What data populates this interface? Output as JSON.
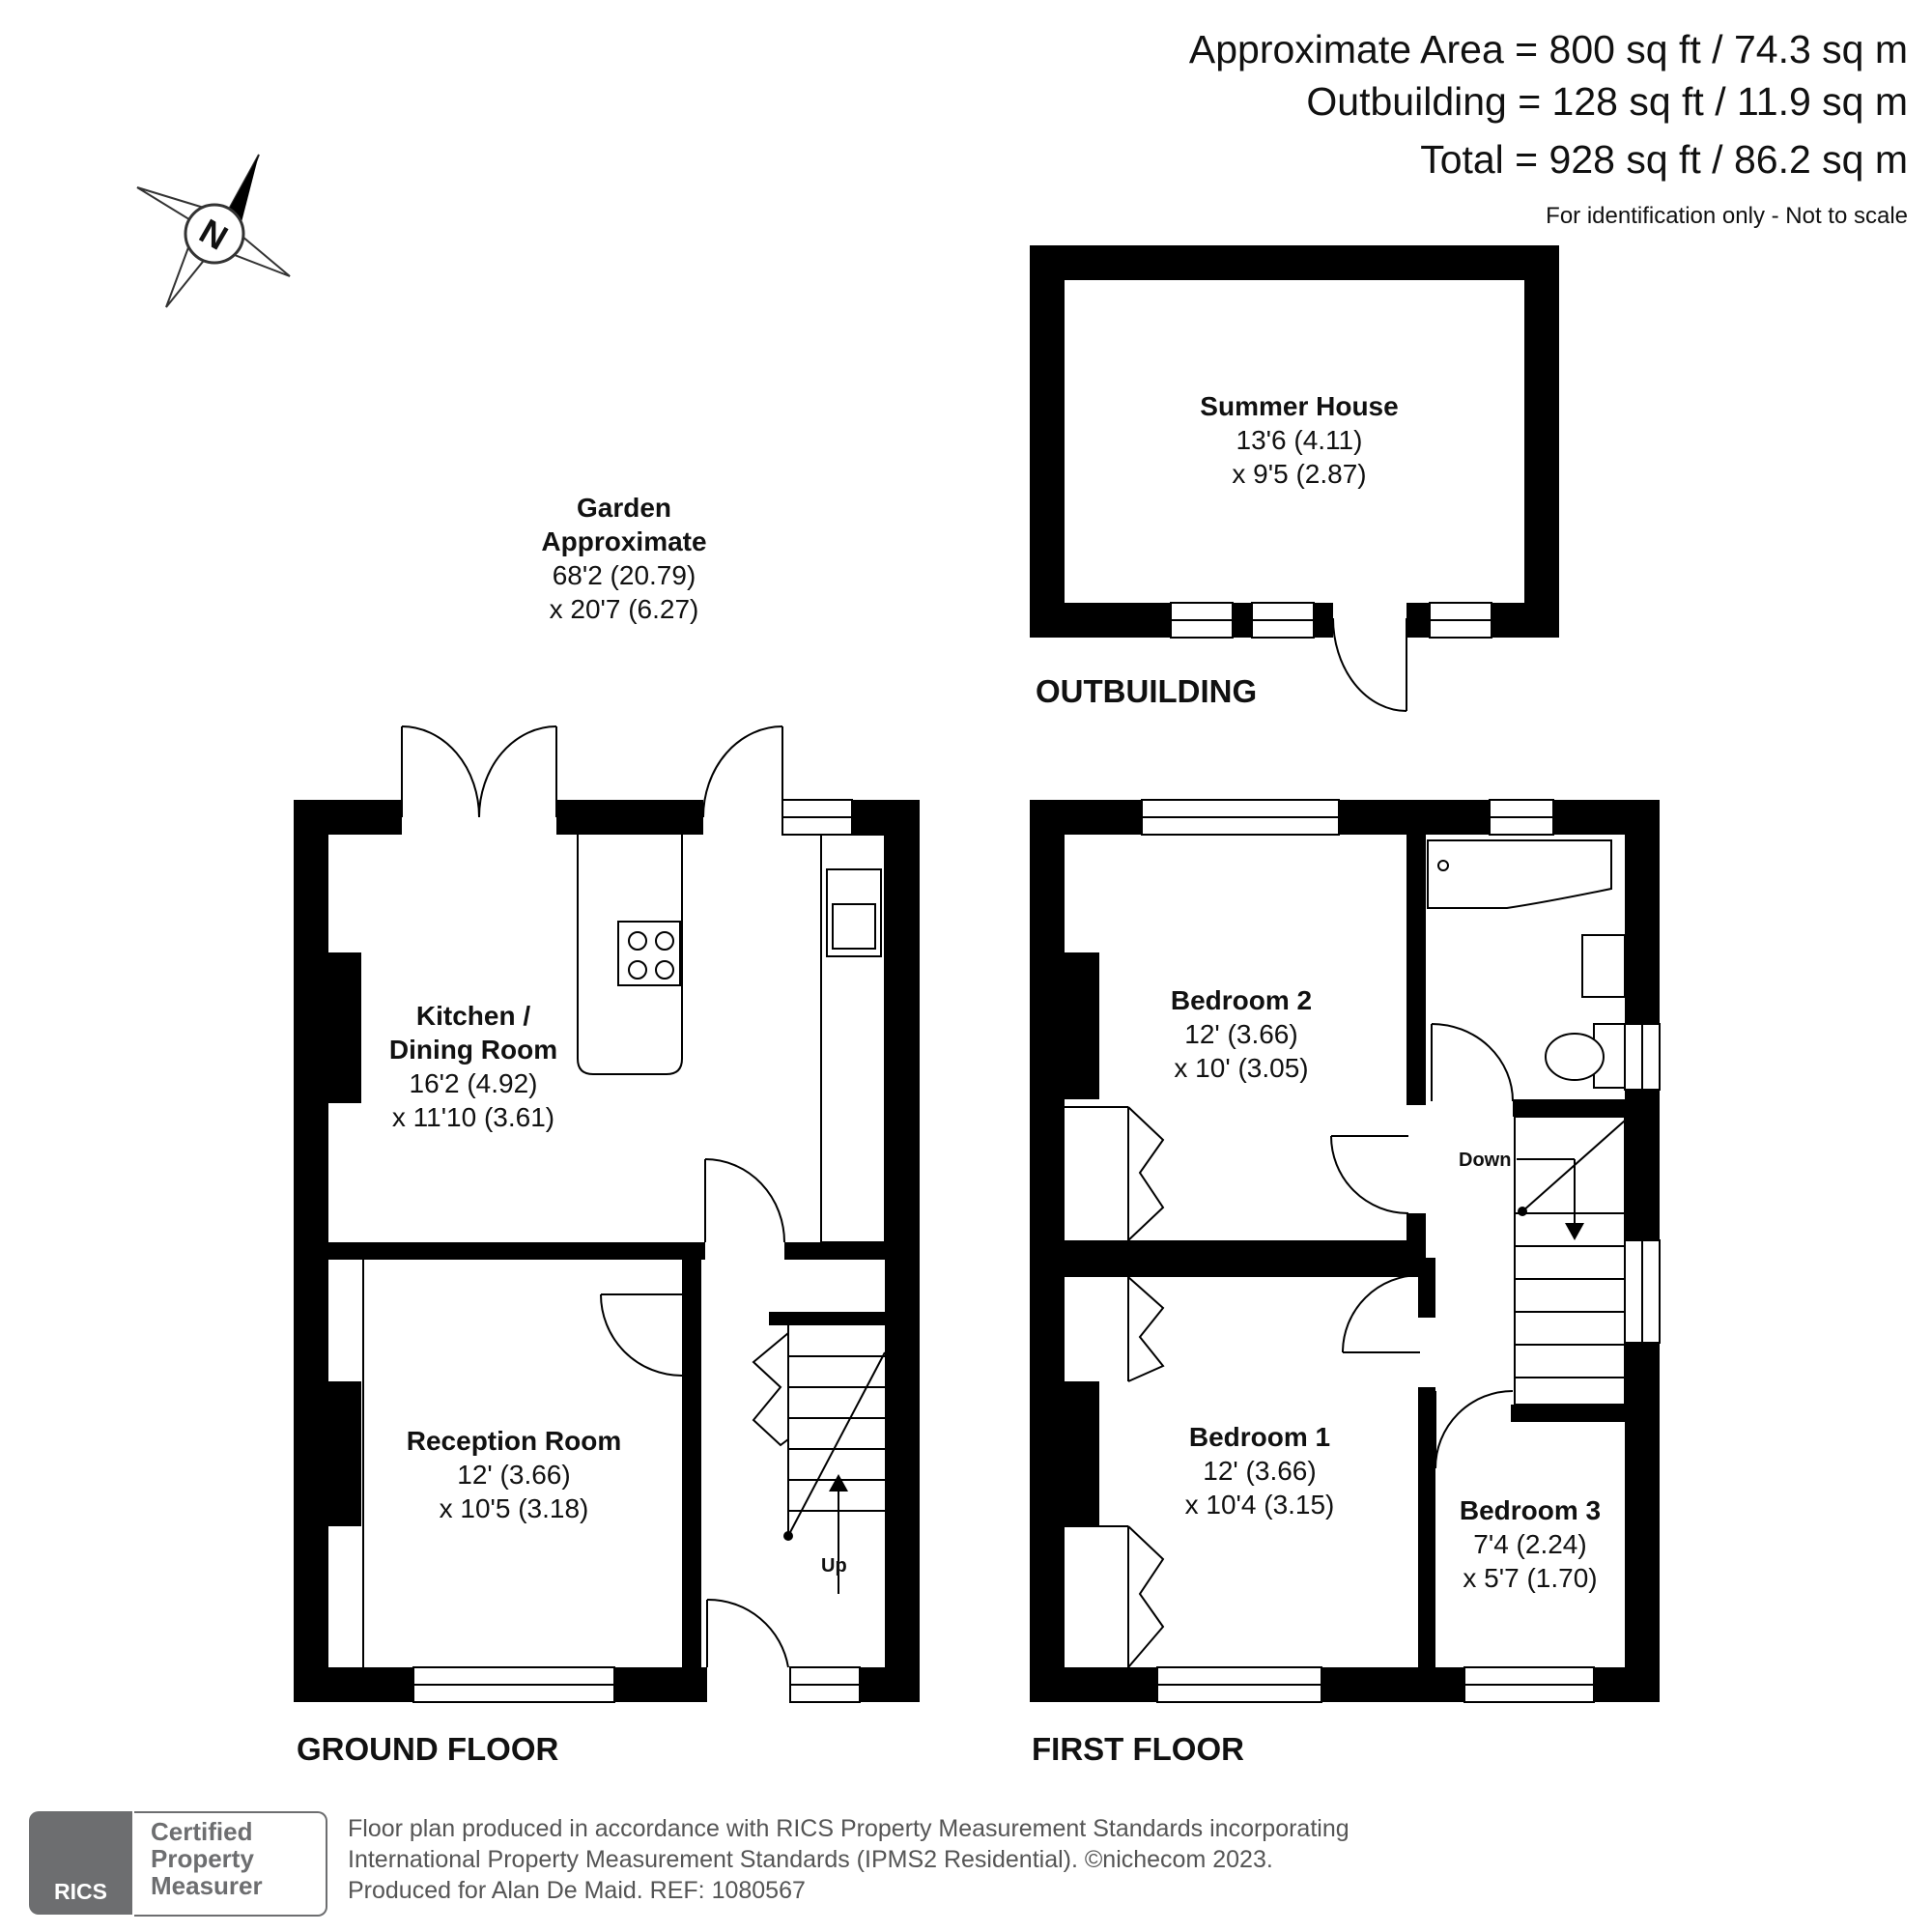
{
  "header": {
    "approx_area": "Approximate Area = 800 sq ft / 74.3 sq m",
    "outbuilding": "Outbuilding = 128 sq ft / 11.9 sq m",
    "total": "Total = 928 sq ft / 86.2 sq m",
    "note": "For identification only - Not to scale"
  },
  "compass": {
    "letter": "N"
  },
  "floors": {
    "ground": "GROUND FLOOR",
    "first": "FIRST FLOOR",
    "outbuilding": "OUTBUILDING"
  },
  "rooms": {
    "garden": {
      "name1": "Garden",
      "name2": "Approximate",
      "dim1": "68'2 (20.79)",
      "dim2": "x 20'7 (6.27)"
    },
    "summer_house": {
      "name": "Summer House",
      "dim1": "13'6 (4.11)",
      "dim2": "x 9'5 (2.87)"
    },
    "kitchen": {
      "name1": "Kitchen /",
      "name2": "Dining Room",
      "dim1": "16'2 (4.92)",
      "dim2": "x 11'10 (3.61)"
    },
    "reception": {
      "name": "Reception Room",
      "dim1": "12' (3.66)",
      "dim2": "x 10'5 (3.18)"
    },
    "bedroom2": {
      "name": "Bedroom 2",
      "dim1": "12' (3.66)",
      "dim2": "x 10' (3.05)"
    },
    "bedroom1": {
      "name": "Bedroom 1",
      "dim1": "12' (3.66)",
      "dim2": "x 10'4 (3.15)"
    },
    "bedroom3": {
      "name": "Bedroom 3",
      "dim1": "7'4 (2.24)",
      "dim2": "x 5'7 (1.70)"
    }
  },
  "stairs": {
    "up": "Up",
    "down": "Down"
  },
  "footer": {
    "line1": "Floor plan produced in accordance with RICS Property Measurement Standards incorporating",
    "line2": "International Property Measurement Standards (IPMS2 Residential).   ©nichecom 2023.",
    "line3": "Produced for Alan De Maid.   REF: 1080567",
    "rics": "RICS",
    "cert1": "Certified",
    "cert2": "Property",
    "cert3": "Measurer"
  },
  "colors": {
    "wall": "#000000",
    "grey": "#6d6e70"
  }
}
